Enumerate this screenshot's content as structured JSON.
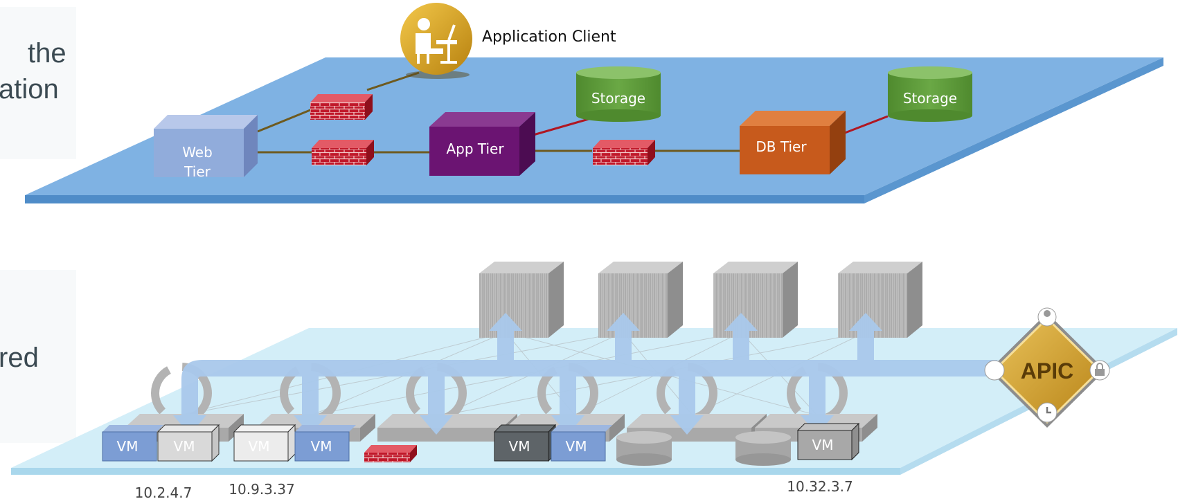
{
  "side": {
    "top_lines": [
      "the",
      "ation"
    ],
    "bottom_lines": [
      "red"
    ]
  },
  "logical": {
    "client_label": "Application Client",
    "web_tier": [
      "Web",
      "Tier"
    ],
    "app_tier": "App Tier",
    "db_tier": "DB Tier",
    "storage_1": "Storage",
    "storage_2": "Storage"
  },
  "physical": {
    "vms": [
      "VM",
      "VM",
      "VM",
      "VM",
      "VM",
      "VM",
      "VM"
    ],
    "ips": [
      "10.2.4.7",
      "10.9.3.37",
      "10.32.3.7"
    ],
    "apic_label": "APIC"
  },
  "colors": {
    "top_plane": "#7fb2e3",
    "bottom_plane": "#d3eef8",
    "web_tier": "#91acdb",
    "app_tier": "#6b1472",
    "db_tier": "#c75a1c",
    "storage": "#5f9a3a",
    "firewall": "#c0182a",
    "arrow": "#a9c9ec",
    "apic": "#d7a93a"
  },
  "icons": {
    "client": "person-at-desk-icon",
    "firewall": "firewall-icon",
    "apic": "apic-controller-icon"
  }
}
